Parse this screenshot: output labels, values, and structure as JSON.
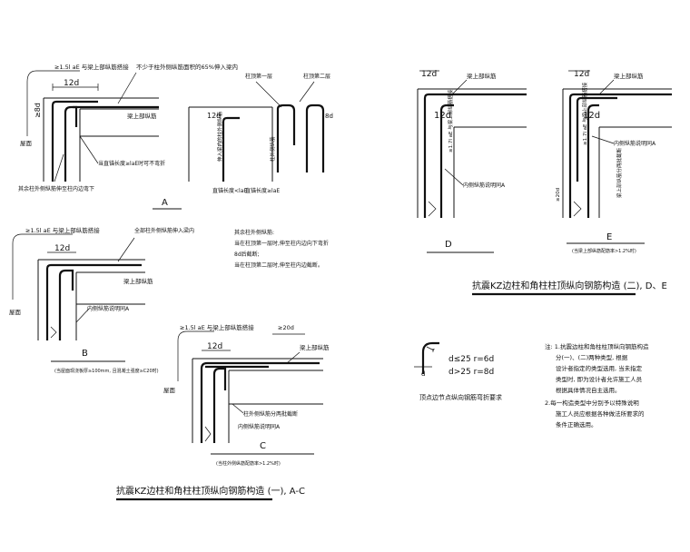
{
  "diagram_a": {
    "callout_top": "≥1.5l aE 与梁上部纵筋搭接",
    "callout_right": "不少于柱外侧纵筋面积的65%伸入梁内",
    "dim_12d": "12d",
    "dim_8d": "≥8d",
    "label_beam_bar": "梁上部纵筋",
    "label_slab": "屋面",
    "label_anchor": "当直锚长度≥laE时可不弯折",
    "label_outer": "其余柱外侧纵筋伸至柱内边弯下",
    "letter": "A",
    "sub_label_1": "柱顶第一层",
    "sub_label_2": "柱顶第二层",
    "sub_12d": "12d",
    "sub_8d": "8d",
    "sub_left_v": "伸入梁内的柱外侧纵筋",
    "sub_right_v": "柱外侧纵筋",
    "sub_bottom_left": "直锚长度<laE",
    "sub_bottom_right": "直锚长度≥laE"
  },
  "notes_mid": {
    "lines": [
      "其余柱外侧纵筋:",
      "当在柱顶第一层时,伸至柱内边向下弯折",
      "8d后截断;",
      "当在柱顶第二层时,伸至柱内边截断。"
    ]
  },
  "diagram_b": {
    "callout_top": "≥1.5l aE 与梁上部纵筋搭接",
    "callout_right": "全部柱外侧纵筋伸入梁内",
    "dim_12d": "12d",
    "label_beam_bar": "梁上部纵筋",
    "label_slab": "屋面",
    "label_inner": "内侧纵筋说明同A",
    "letter": "B",
    "note": "(当屋面现浇板厚≥100mm, 且混凝土强度≥C20时)"
  },
  "diagram_c": {
    "callout_top": "≥1.5l aE 与梁上部纵筋搭接",
    "callout_right": "≥20d",
    "dim_12d": "12d",
    "label_beam_bar": "梁上部纵筋",
    "label_slab": "屋面",
    "label_outer": "柱外侧纵筋分两批截断",
    "label_inner": "内侧纵筋说明同A",
    "letter": "C",
    "note": "(当柱外侧纵筋配筋率>1.2%时)"
  },
  "diagram_d": {
    "dim_12d_top": "12d",
    "dim_12d_inner": "12d",
    "label_beam_bar": "梁上部纵筋",
    "label_vertical": "≥1.7l aE 与梁上部纵筋搭接",
    "label_inner": "内侧纵筋说明同A",
    "letter": "D"
  },
  "diagram_e": {
    "dim_12d_top": "12d",
    "dim_12d_inner": "12d",
    "label_beam_bar": "梁上部纵筋",
    "label_vertical_1": "≥1.7l aE 与梁上部纵筋搭接",
    "label_vertical_2": "≥20d",
    "label_vertical_3": "梁上部纵筋分两批截断",
    "label_inner": "内侧纵筋说明同A",
    "letter": "E",
    "note": "(当梁上部纵筋配筋率>1.2%时)"
  },
  "bend_detail": {
    "label_d": "d",
    "label_r": "r",
    "rule_1": "d≤25  r=6d",
    "rule_2": "d>25  r=8d",
    "caption": "顶点边节点纵向钢筋弯折要求"
  },
  "notes_right": {
    "lines": [
      "注: 1.抗震边柱和角柱柱顶纵向钢筋构造",
      "分(一)、(二)两种类型, 根据",
      "设计者指定的类型选用, 当未指定",
      "类型时, 即为设计者允许施工人员",
      "根据具体情况自主选用。",
      "2.每一构造类型中分别予以特殊说明",
      "施工人员应根据各种做法所要求的",
      "条件正确选用。"
    ]
  },
  "titles": {
    "title_1": "抗震KZ边柱和角柱柱顶纵向钢筋构造 (一), A-C",
    "title_2": "抗震KZ边柱和角柱柱顶纵向钢筋构造 (二), D、E"
  }
}
